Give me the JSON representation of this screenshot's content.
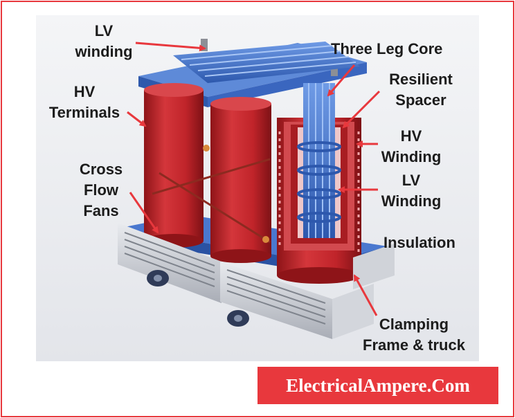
{
  "labels": {
    "lv_winding_top": [
      "LV",
      "winding"
    ],
    "hv_terminals": [
      "HV",
      "Terminals"
    ],
    "cross_flow_fans": [
      "Cross",
      "Flow",
      "Fans"
    ],
    "three_leg_core": "Three Leg Core",
    "resilient_spacer": [
      "Resilient",
      "Spacer"
    ],
    "hv_winding": [
      "HV",
      "Winding"
    ],
    "lv_winding_right": [
      "LV",
      "Winding"
    ],
    "insulation": "Insulation",
    "clamping_frame": [
      "Clamping",
      "Frame & truck"
    ]
  },
  "banner": {
    "text": "ElectricalAmpere.Com"
  },
  "colors": {
    "arrow": "#e8383d",
    "border": "#e8383d",
    "winding_red": "#c8262c",
    "core_blue": "#3f6fc8",
    "fan_grey": "#c9ccd2"
  }
}
